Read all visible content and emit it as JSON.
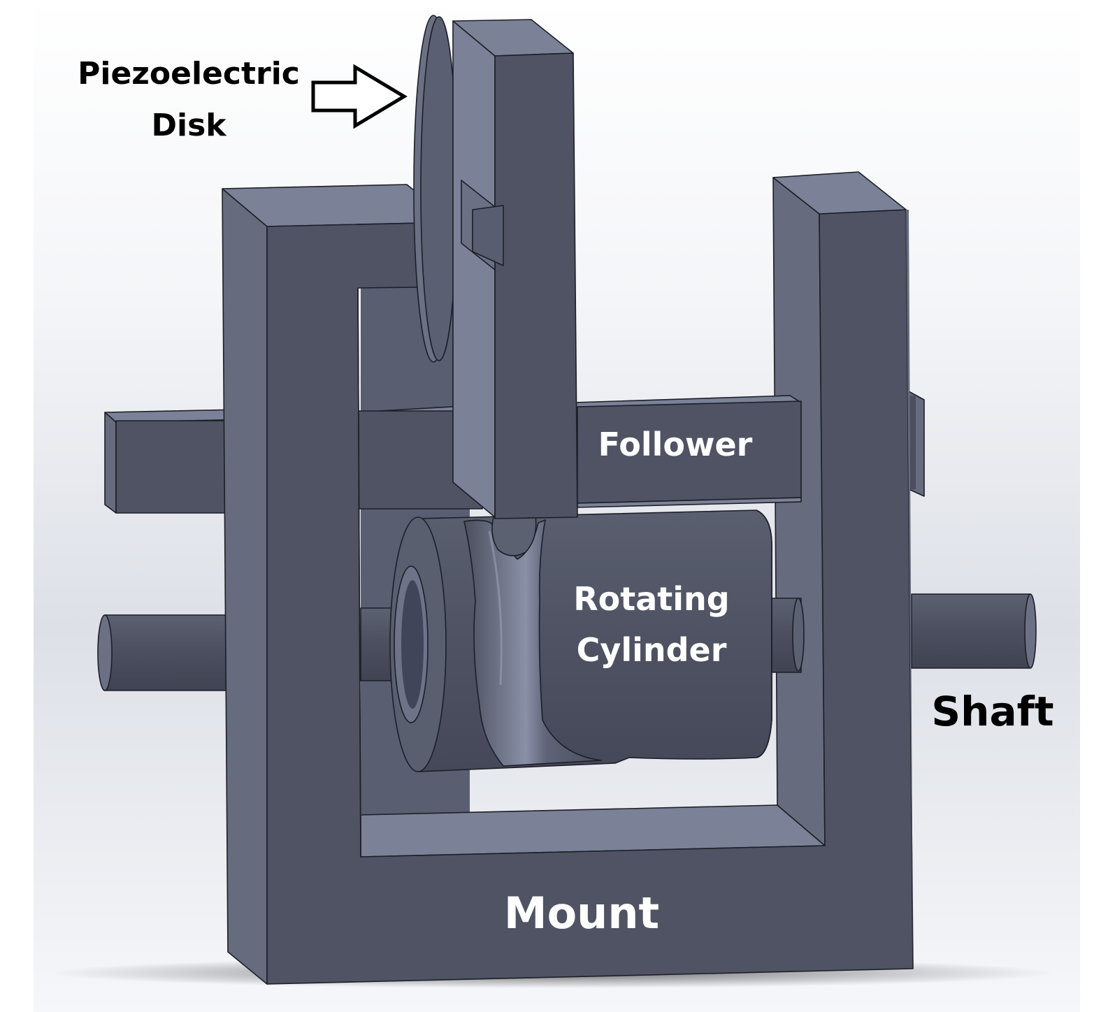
{
  "labels": {
    "piezo_line1": "Piezoelectric",
    "piezo_line2": "Disk",
    "follower": "Follower",
    "cylinder_line1": "Rotating",
    "cylinder_line2": "Cylinder",
    "shaft": "Shaft",
    "mount": "Mount"
  },
  "colors": {
    "front_face": "#4f5363",
    "top_face": "#7b8196",
    "side_face": "#666b7d",
    "edge": "#1c1f27",
    "label_dark": "#000000",
    "label_light": "#ffffff"
  },
  "icons": {
    "pointer": "outline-arrow-right"
  }
}
